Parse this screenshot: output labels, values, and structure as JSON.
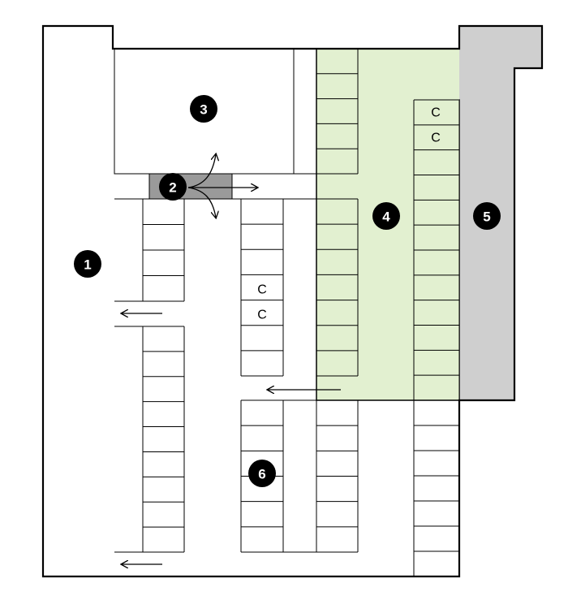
{
  "markers": [
    {
      "id": "marker-1",
      "label": "1"
    },
    {
      "id": "marker-2",
      "label": "2"
    },
    {
      "id": "marker-3",
      "label": "3"
    },
    {
      "id": "marker-4",
      "label": "4"
    },
    {
      "id": "marker-5",
      "label": "5"
    },
    {
      "id": "marker-6",
      "label": "6"
    }
  ],
  "compact_label": "C",
  "colors": {
    "outline": "#000000",
    "green_zone": "#e2f0d0",
    "grey_zone": "#cfcfcf",
    "entrance_box": "#9a9a9a",
    "marker_fill": "#000000",
    "marker_text": "#ffffff"
  }
}
